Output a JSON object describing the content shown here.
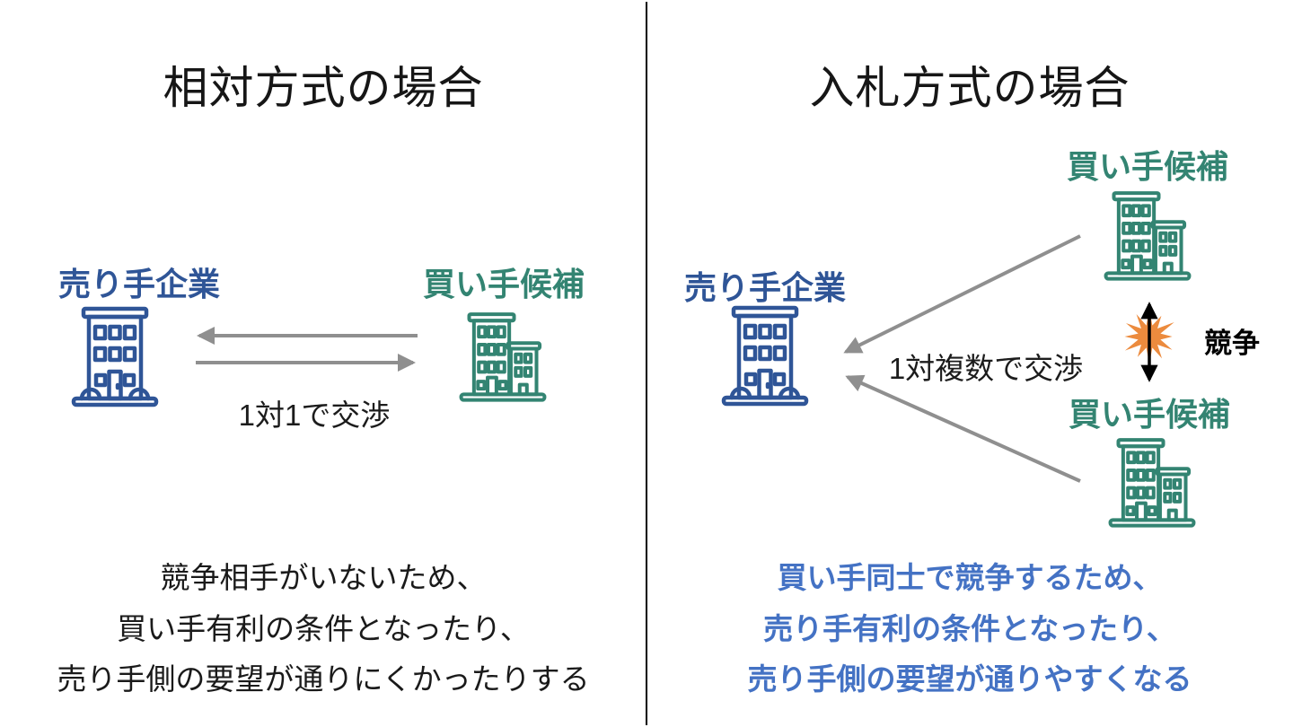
{
  "colors": {
    "seller-blue": "#2F5597",
    "buyer-green": "#338472",
    "accent-blue": "#4472C4",
    "arrow-gray": "#8F8F8F",
    "burst-orange": "#EC8B3E"
  },
  "left_panel": {
    "title": "相対方式の場合",
    "seller_label": "売り手企業",
    "buyer_label": "買い手候補",
    "arrow_caption": "1対1で交渉",
    "note_lines": [
      "競争相手がいないため、",
      "買い手有利の条件となったり、",
      "売り手側の要望が通りにくかったりする"
    ]
  },
  "right_panel": {
    "title": "入札方式の場合",
    "seller_label": "売り手企業",
    "buyer_top_label": "買い手候補",
    "buyer_bottom_label": "買い手候補",
    "arrow_caption": "1対複数で交渉",
    "competition_label": "競争",
    "note_lines": [
      "買い手同士で競争するため、",
      "売り手有利の条件となったり、",
      "売り手側の要望が通りやすくなる"
    ]
  }
}
